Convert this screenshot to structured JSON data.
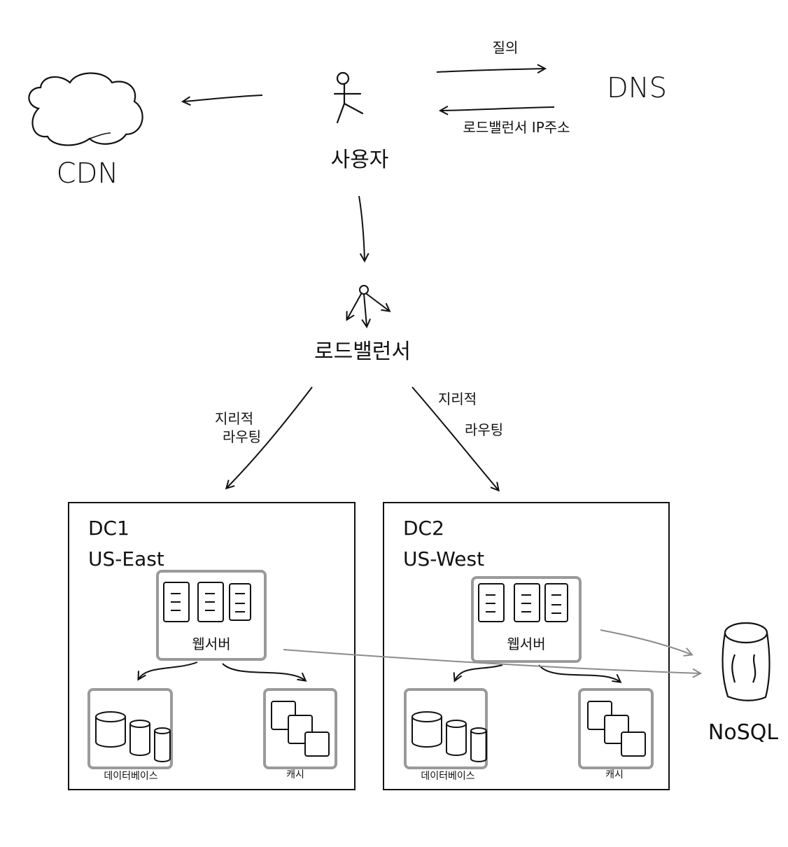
{
  "nodes": {
    "user": "사용자",
    "dns": "DNS",
    "cdn": "CDN",
    "load_balancer": "로드밸런서",
    "nosql": "NoSQL"
  },
  "edges": {
    "query": "질의",
    "lb_ip": "로드밸런서 IP주소",
    "geo_routing_left_1": "지리적",
    "geo_routing_left_2": "라우팅",
    "geo_routing_right_1": "지리적",
    "geo_routing_right_2": "라우팅"
  },
  "datacenters": [
    {
      "id": "DC1",
      "region": "US-East",
      "web_server": "웹서버",
      "database": "데이터베이스",
      "cache": "캐시"
    },
    {
      "id": "DC2",
      "region": "US-West",
      "web_server": "웹서버",
      "database": "데이터베이스",
      "cache": "캐시"
    }
  ],
  "colors": {
    "ink": "#111111",
    "component_border": "#9a9a9a",
    "replication_arrow": "#8c8c8c"
  }
}
